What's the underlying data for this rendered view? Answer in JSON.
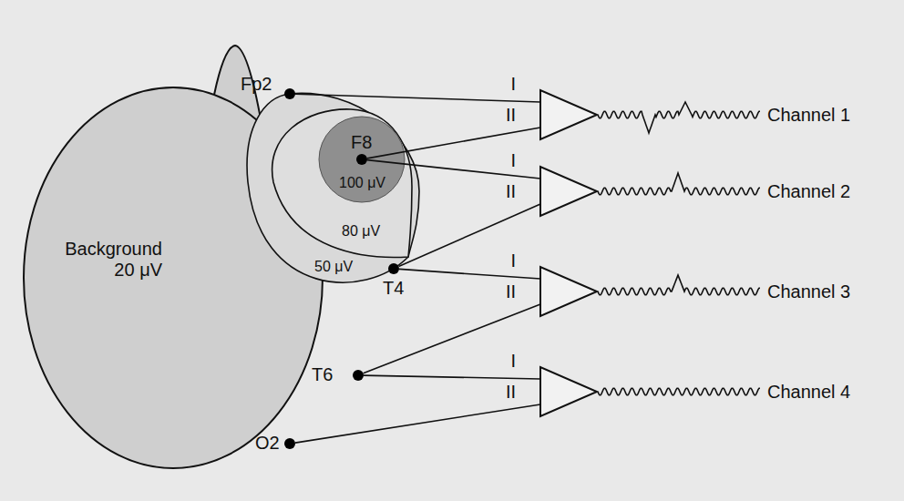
{
  "diagram": {
    "nodes": [
      {
        "text": [
          "Background 20 μV"
        ]
      },
      {
        "text": [
          "50 μV"
        ]
      },
      {
        "text": [
          "80 μV"
        ],
        "in": 1
      },
      {
        "text": [
          "100 μV"
        ],
        "in": 2
      },
      {
        "text": [
          "Fp2"
        ]
      },
      {
        "text": [
          "F8"
        ],
        "in": 3
      },
      {
        "text": [
          "T4"
        ]
      },
      {
        "text": [
          "T6"
        ]
      },
      {
        "text": [
          "O2"
        ]
      },
      {
        "text": [
          "I",
          "II"
        ]
      },
      {
        "text": [
          "I",
          "II"
        ]
      },
      {
        "text": [
          "I",
          "II"
        ]
      },
      {
        "text": [
          "I",
          "II"
        ]
      }
    ],
    "edges": [
      {
        "from": 4,
        "to": 9,
        "arrow": "none"
      },
      {
        "from": 5,
        "to": 9,
        "arrow": "none"
      },
      {
        "from": 5,
        "to": 10,
        "arrow": "none"
      },
      {
        "from": 6,
        "to": 10,
        "arrow": "none"
      },
      {
        "from": 6,
        "to": 11,
        "arrow": "none"
      },
      {
        "from": 7,
        "to": 11,
        "arrow": "none"
      },
      {
        "from": 7,
        "to": 12,
        "arrow": "none"
      },
      {
        "from": 8,
        "to": 12,
        "arrow": "none"
      }
    ],
    "labels": [
      "Channel 1",
      "Channel 2",
      "Channel 3",
      "Channel 4"
    ]
  }
}
